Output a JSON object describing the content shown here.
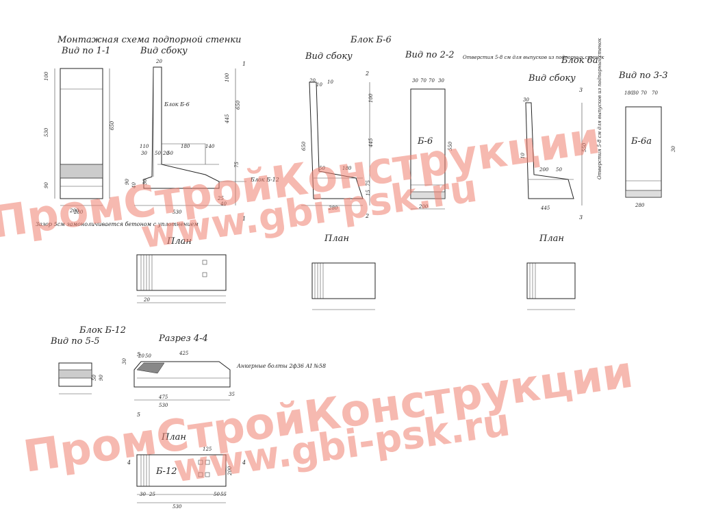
{
  "section_a": {
    "title_line1": "Монтажная схема подпорной стенки",
    "view_1_1": "Вид по 1-1",
    "view_side": "Вид сбоку",
    "label_block_b6": "Блок Б-6",
    "label_block_b12": "Блок Б-12",
    "note": "Зазор 5см замоноличивается бетоном с уплотнением",
    "plan": "План",
    "dims": [
      "100",
      "530",
      "650",
      "20",
      "280",
      "90",
      "40",
      "530",
      "445",
      "650",
      "100",
      "75",
      "110",
      "30",
      "50",
      "20",
      "50",
      "180",
      "140",
      "200",
      "40",
      "25",
      "20",
      "30",
      "90"
    ]
  },
  "section_b": {
    "title": "Блок Б-6",
    "view_side": "Вид сбоку",
    "view_2_2": "Вид по 2-2",
    "note": "Отверстия 5-8 см для выпусков из подпорных стенок",
    "block_label": "Б-6",
    "plan": "План",
    "dims": [
      "20",
      "10",
      "100",
      "650",
      "445",
      "550",
      "280",
      "200",
      "50",
      "180",
      "75",
      "15",
      "30",
      "70",
      "70",
      "30",
      "10"
    ]
  },
  "section_c": {
    "title": "Блок 6а",
    "view_side": "Вид сбоку",
    "view_3_3": "Вид по 3-3",
    "note": "Отверстия 5-8 см для выпусков из подпорных стенок",
    "block_label": "Б-6а",
    "plan": "План",
    "dims": [
      "30",
      "10",
      "550",
      "445",
      "280",
      "200",
      "50",
      "180",
      "30",
      "70",
      "70",
      "30",
      "550"
    ]
  },
  "section_d": {
    "title": "Блок Б-12",
    "view_5_5": "Вид по 5-5",
    "section_4_4": "Разрез 4-4",
    "anchor_note": "Анкерные болты 2ф36 АI №58",
    "block_label": "Б-12",
    "plan": "План",
    "dims": [
      "30",
      "20",
      "50",
      "425",
      "475",
      "530",
      "35",
      "50",
      "90",
      "200",
      "125",
      "30",
      "25",
      "530",
      "50",
      "55"
    ]
  },
  "markers": {
    "m1": "1",
    "m2": "2",
    "m3": "3",
    "m4": "4",
    "m5": "5"
  },
  "watermark": {
    "line1": "ПромСтройКонструкции",
    "line2": "www.gbi-psk.ru",
    "color": "#f08070"
  }
}
